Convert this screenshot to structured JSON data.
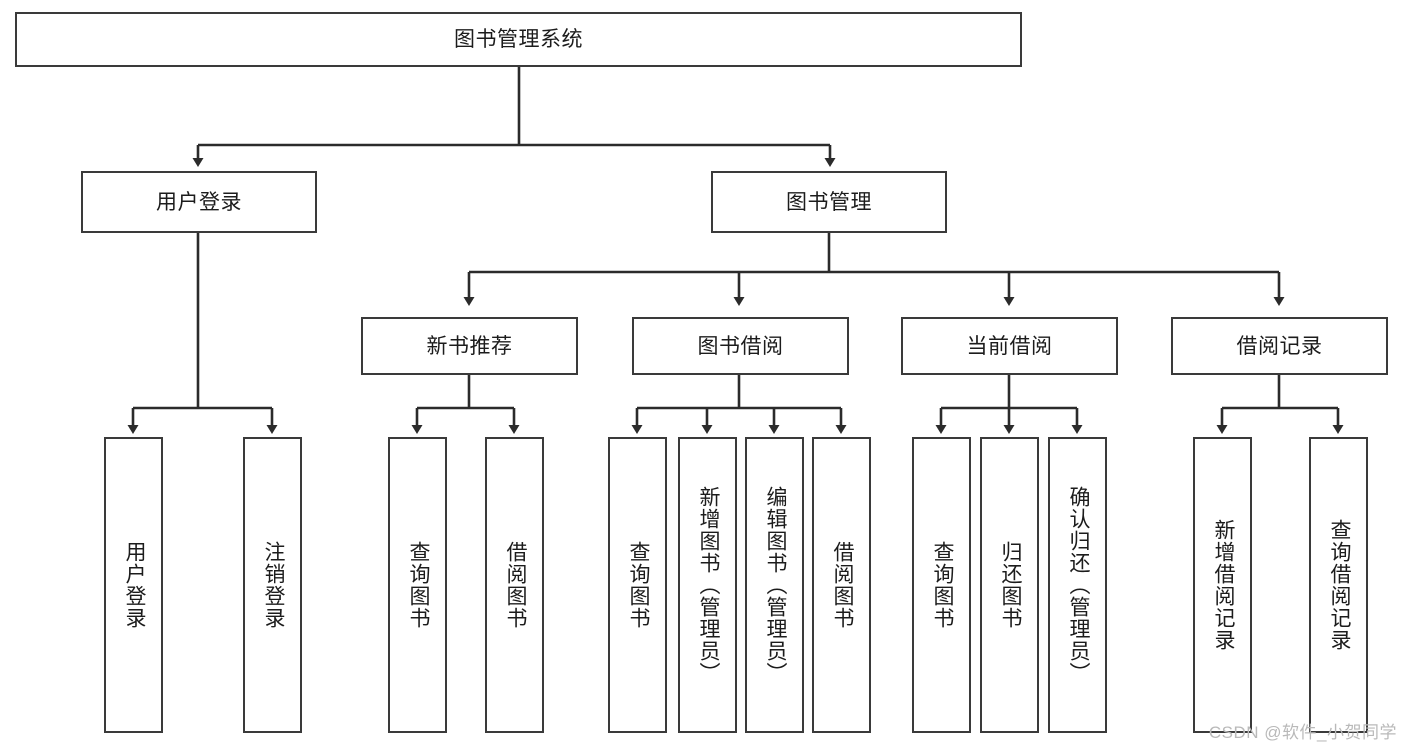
{
  "diagram": {
    "type": "tree-hierarchy",
    "title": "图书管理系统",
    "watermark": "CSDN @软件_小贺同学",
    "colors": {
      "border": "#3a3a3a",
      "text": "#1c1c1c",
      "background": "#ffffff",
      "watermark": "#b9b9b9"
    },
    "nodes": {
      "root": {
        "label": "图书管理系统",
        "level": 0,
        "orientation": "horizontal"
      },
      "level1": [
        {
          "id": "user-login",
          "label": "用户登录",
          "orientation": "horizontal"
        },
        {
          "id": "book-manage",
          "label": "图书管理",
          "orientation": "horizontal"
        }
      ],
      "level2": [
        {
          "id": "new-book-recommend",
          "label": "新书推荐",
          "orientation": "horizontal",
          "parent": "book-manage"
        },
        {
          "id": "book-borrow",
          "label": "图书借阅",
          "orientation": "horizontal",
          "parent": "book-manage"
        },
        {
          "id": "current-borrow",
          "label": "当前借阅",
          "orientation": "horizontal",
          "parent": "book-manage"
        },
        {
          "id": "borrow-record",
          "label": "借阅记录",
          "orientation": "horizontal",
          "parent": "book-manage"
        }
      ],
      "leaves": [
        {
          "id": "leaf-user-login",
          "label": "用户登录",
          "parent": "user-login",
          "orientation": "vertical"
        },
        {
          "id": "leaf-logout-login",
          "label": "注销登录",
          "parent": "user-login",
          "orientation": "vertical"
        },
        {
          "id": "leaf-query-book-1",
          "label": "查询图书",
          "parent": "new-book-recommend",
          "orientation": "vertical"
        },
        {
          "id": "leaf-borrow-book-1",
          "label": "借阅图书",
          "parent": "new-book-recommend",
          "orientation": "vertical"
        },
        {
          "id": "leaf-query-book-2",
          "label": "查询图书",
          "parent": "book-borrow",
          "orientation": "vertical"
        },
        {
          "id": "leaf-add-book",
          "label": "新增图书（管理员）",
          "parent": "book-borrow",
          "orientation": "vertical"
        },
        {
          "id": "leaf-edit-book",
          "label": "编辑图书（管理员）",
          "parent": "book-borrow",
          "orientation": "vertical"
        },
        {
          "id": "leaf-borrow-book-2",
          "label": "借阅图书",
          "parent": "book-borrow",
          "orientation": "vertical"
        },
        {
          "id": "leaf-query-book-3",
          "label": "查询图书",
          "parent": "current-borrow",
          "orientation": "vertical"
        },
        {
          "id": "leaf-return-book",
          "label": "归还图书",
          "parent": "current-borrow",
          "orientation": "vertical"
        },
        {
          "id": "leaf-confirm-return",
          "label": "确认归还（管理员）",
          "parent": "current-borrow",
          "orientation": "vertical"
        },
        {
          "id": "leaf-add-record",
          "label": "新增借阅记录",
          "parent": "borrow-record",
          "orientation": "vertical"
        },
        {
          "id": "leaf-query-record",
          "label": "查询借阅记录",
          "parent": "borrow-record",
          "orientation": "vertical"
        }
      ]
    }
  }
}
